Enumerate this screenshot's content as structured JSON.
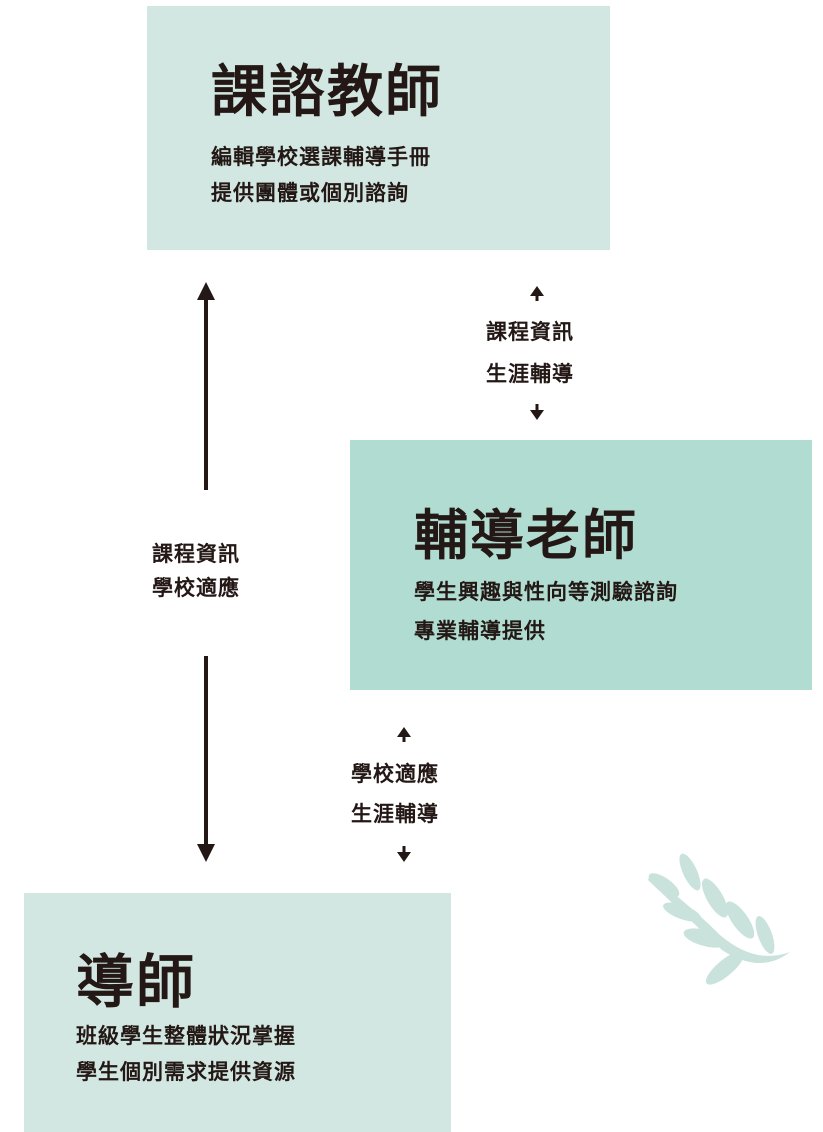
{
  "colors": {
    "box_light": "#d3e7e2",
    "box_mid": "#b1dcd1",
    "text": "#231815",
    "leaf": "#c9e3dc"
  },
  "nodes": {
    "counselor_course": {
      "title": "課諮教師",
      "lines": [
        "編輯學校選課輔導手冊",
        "提供團體或個別諮詢"
      ]
    },
    "guidance_teacher": {
      "title": "輔導老師",
      "lines": [
        "學生興趣與性向等測驗諮詢",
        "專業輔導提供"
      ]
    },
    "homeroom_teacher": {
      "title": "導師",
      "lines": [
        "班級學生整體狀況掌握",
        "學生個別需求提供資源"
      ]
    }
  },
  "edges": {
    "homeroom_to_counselor": {
      "lines": [
        "課程資訊",
        "學校適應"
      ]
    },
    "counselor_guidance": {
      "lines": [
        "課程資訊",
        "生涯輔導"
      ]
    },
    "guidance_homeroom": {
      "lines": [
        "學校適應",
        "生涯輔導"
      ]
    }
  },
  "icons": {
    "decoration": "leaf-sprig-icon"
  }
}
